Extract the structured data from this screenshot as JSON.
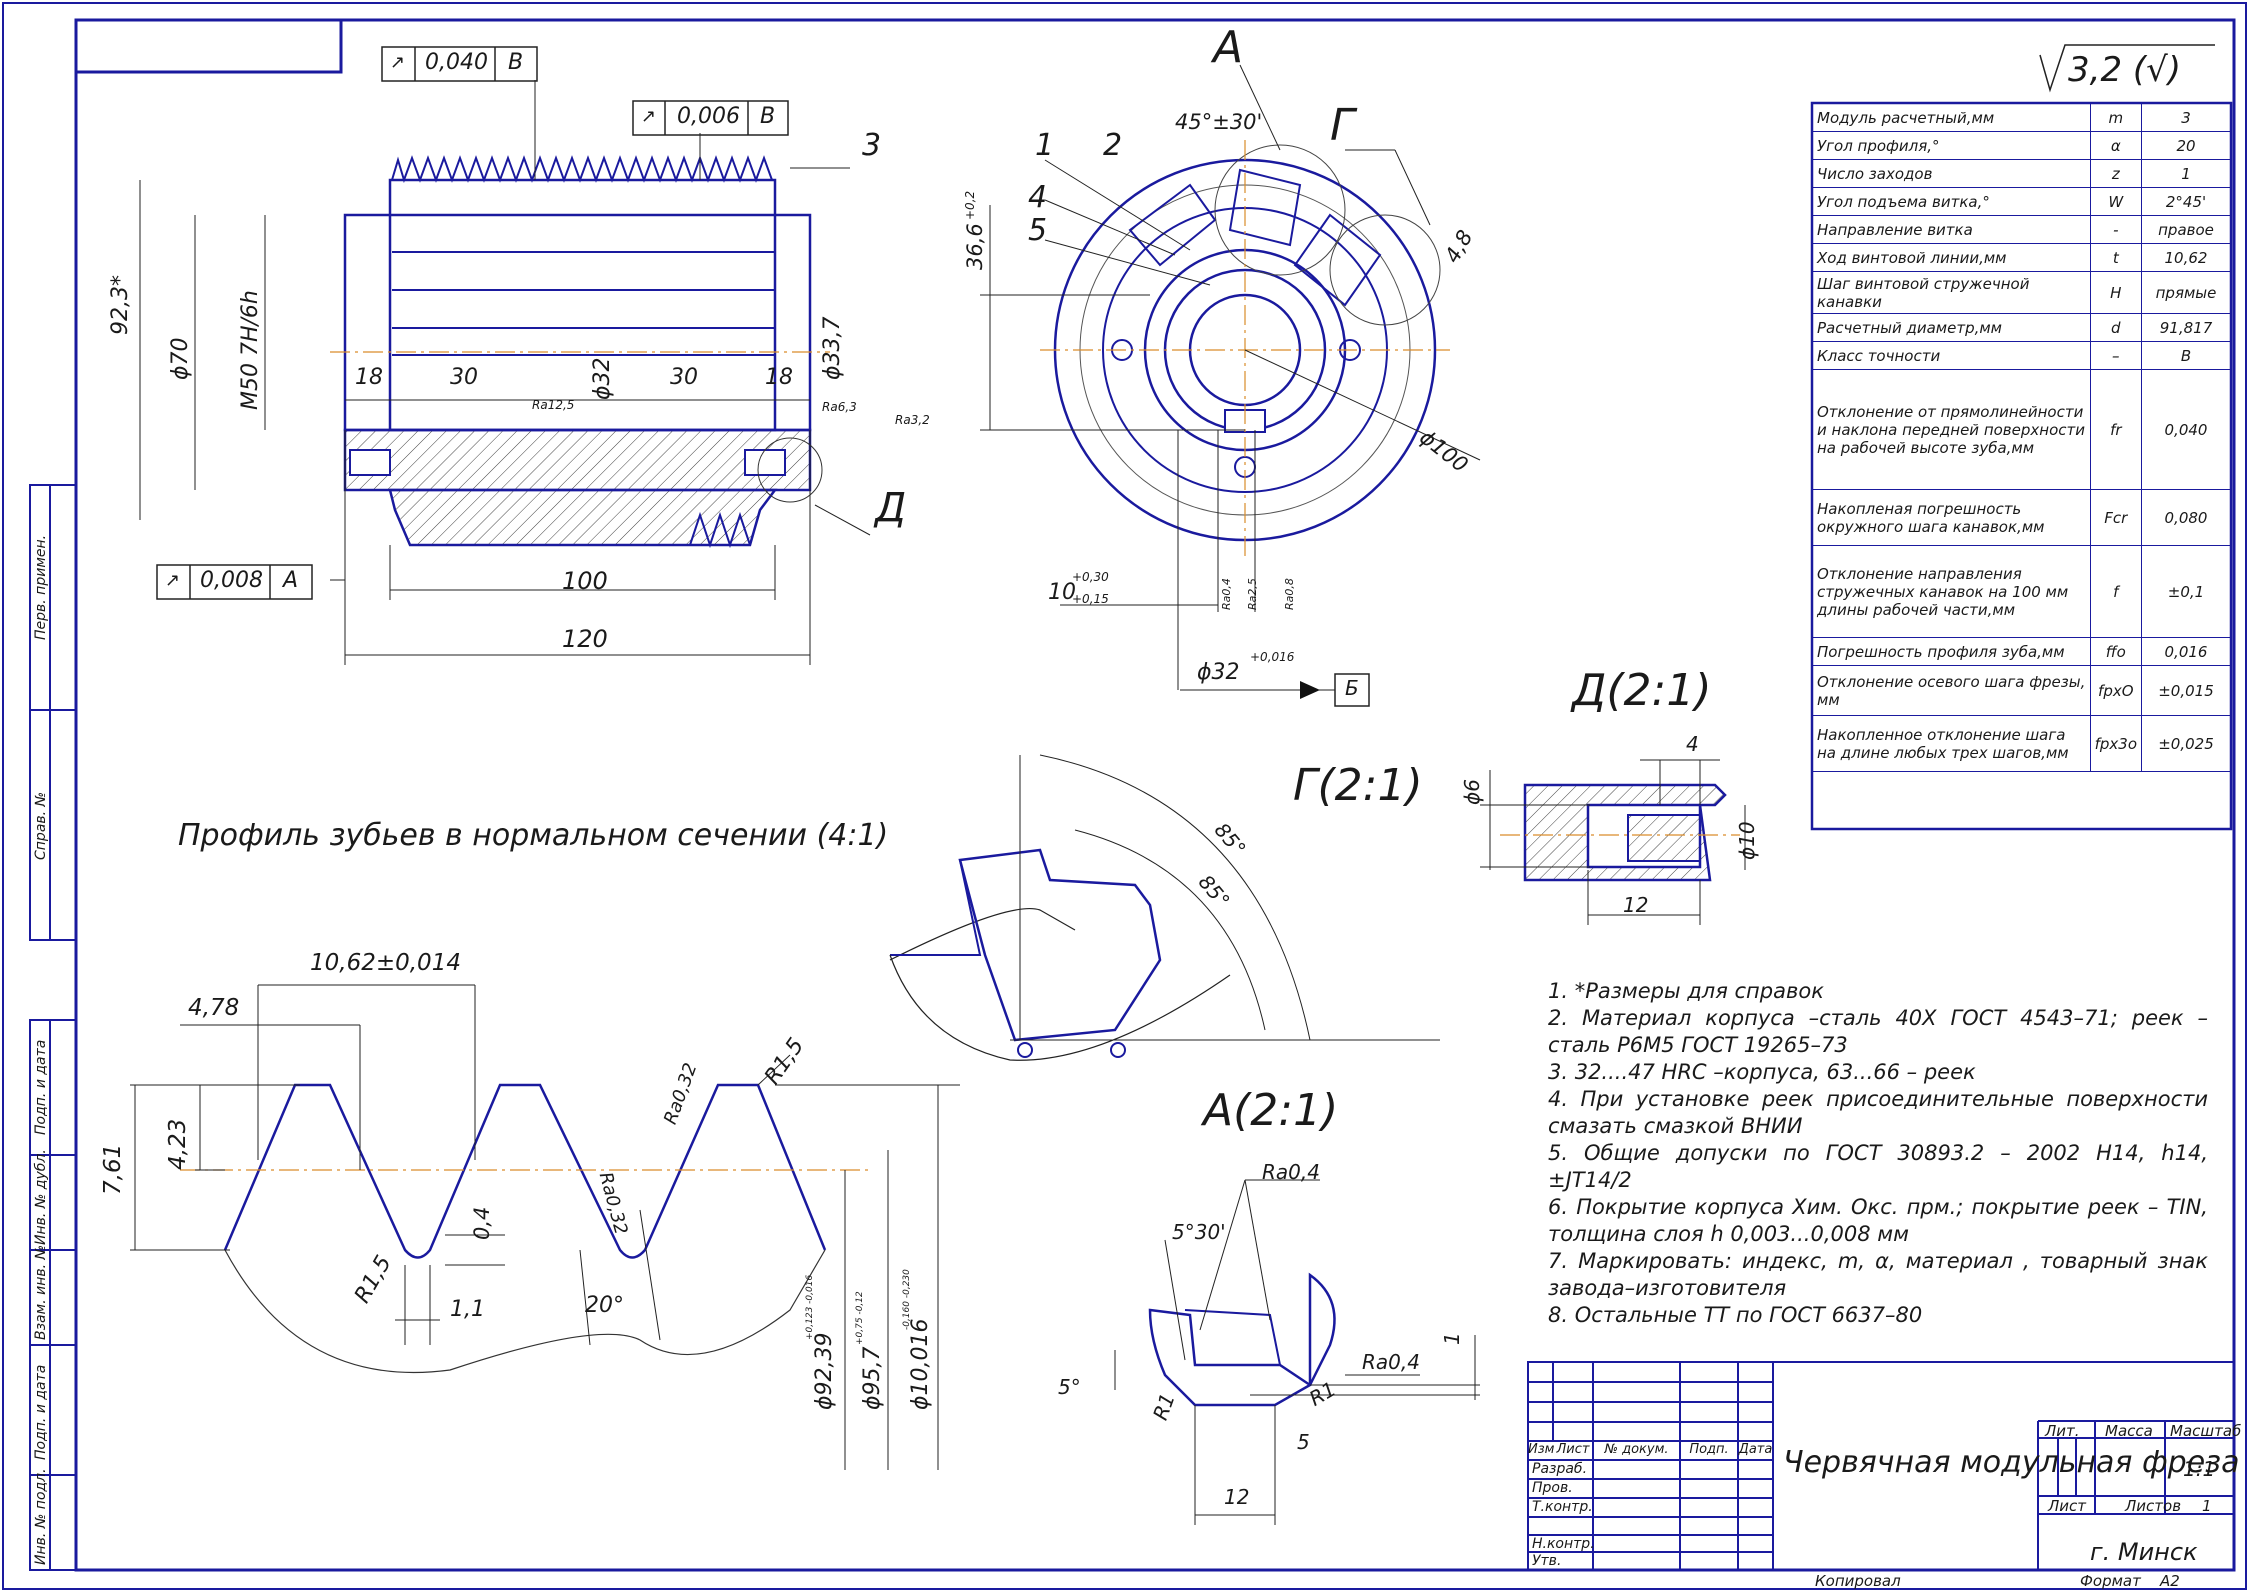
{
  "roughness_general": "3,2 (√)",
  "tolerance_frames": [
    {
      "value": "0,040",
      "datum": "В"
    },
    {
      "value": "0,006",
      "datum": "В"
    },
    {
      "value": "0,008",
      "datum": "А"
    }
  ],
  "main_view": {
    "dims": [
      "92,3*",
      "ϕ70",
      "М50 7Н/6h",
      "ϕ33,7",
      "18",
      "30",
      "ϕ32",
      "30",
      "18",
      "100",
      "120"
    ],
    "roughness": [
      "Ra12,5",
      "Ra6,3",
      "Ra3,2"
    ],
    "callouts": [
      "3",
      "Д"
    ]
  },
  "end_view": {
    "callouts": [
      "А",
      "Г",
      "1",
      "2",
      "4",
      "5"
    ],
    "dims": [
      "45°±30'",
      "4,8",
      "36,6",
      "+0,2",
      "ϕ100",
      "10",
      "+0,30",
      "+0,15",
      "ϕ32",
      "+0,016"
    ],
    "roughness": [
      "Ra0,4",
      "Ra2,5",
      "Ra0,8"
    ],
    "datum": "Б"
  },
  "section_titles": {
    "profile": "Профиль зубьев в нормальном сечении (4:1)",
    "detail_g": "Г(2:1)",
    "detail_d": "Д(2:1)",
    "detail_a": "А(2:1)"
  },
  "profile_view": {
    "dims": [
      "10,62±0,014",
      "4,78",
      "4,23",
      "7,61",
      "0,4",
      "R1,5",
      "1,1",
      "20°",
      "R1,5"
    ],
    "roughness": [
      "Ra0,32",
      "Ra0,32"
    ],
    "diameters": [
      {
        "main": "ϕ92,39",
        "tol": "+0,123 -0,016"
      },
      {
        "main": "ϕ95,7",
        "tol": "+0,75 -0,12"
      },
      {
        "main": "ϕ10,016",
        "tol": "-0,160 -0,230"
      }
    ]
  },
  "detail_g_dims": [
    "85°",
    "85°"
  ],
  "detail_d_dims": [
    "4",
    "ϕ6",
    "ϕ10",
    "12"
  ],
  "detail_a_dims": [
    "5°30'",
    "Ra0,4",
    "5°",
    "R1",
    "R1",
    "5",
    "12",
    "Ra0,4",
    "1"
  ],
  "parameters": [
    {
      "name": "Модуль расчетный,мм",
      "sym": "m",
      "val": "3"
    },
    {
      "name": "Угол профиля,°",
      "sym": "α",
      "val": "20"
    },
    {
      "name": "Число заходов",
      "sym": "z",
      "val": "1"
    },
    {
      "name": "Угол подъема витка,°",
      "sym": "W",
      "val": "2°45'"
    },
    {
      "name": "Направление витка",
      "sym": "-",
      "val": "правое"
    },
    {
      "name": "Ход винтовой линии,мм",
      "sym": "t",
      "val": "10,62"
    },
    {
      "name": "Шаг винтовой стружечной канавки",
      "sym": "H",
      "val": "прямые"
    },
    {
      "name": "Расчетный диаметр,мм",
      "sym": "d",
      "val": "91,817"
    },
    {
      "name": "Класс точности",
      "sym": "–",
      "val": "В"
    },
    {
      "name": "Отклонение от прямолинейности и наклона передней поверхности на рабочей высоте зуба,мм",
      "sym": "fr",
      "val": "0,040"
    },
    {
      "name": "Накопленая погрешность окружного шага канавок,мм",
      "sym": "Fcr",
      "val": "0,080"
    },
    {
      "name": "Отклонение направления стружечных канавок на 100 мм длины рабочей части,мм",
      "sym": "f",
      "val": "±0,1"
    },
    {
      "name": "Погрешность профиля зуба,мм",
      "sym": "ffo",
      "val": "0,016"
    },
    {
      "name": "Отклонение осевого шага фрезы, мм",
      "sym": "fpxO",
      "val": "±0,015"
    },
    {
      "name": "Накопленное отклонение шага на длине любых трех шагов,мм",
      "sym": "fpx3o",
      "val": "±0,025"
    }
  ],
  "notes": [
    "1. *Размеры для справок",
    "2. Материал корпуса –сталь 40Х ГОСТ 4543–71; реек – сталь Р6М5 ГОСТ 19265–73",
    "3. 32....47 HRC –корпуса, 63...66 – реек",
    "4. При установке реек присоединительные поверхности смазать смазкой ВНИИ",
    "5. Общие допуски по ГОСТ 30893.2 – 2002 Н14, h14, ±JT14/2",
    "6. Покрытие корпуса Хим. Окс. прм.; покрытие реек – TIN, толщина слоя h 0,003...0,008 мм",
    "7. Маркировать: индекс, m, α, материал , товарный знак завода–изготовителя",
    "8. Остальные ТТ по ГОСТ 6637–80"
  ],
  "title_block": {
    "name": "Червячная модульная фреза",
    "city": "г. Минск",
    "headers": {
      "izm": "Изм",
      "list": "Лист",
      "doc": "№ докум.",
      "sign": "Подп.",
      "date": "Дата"
    },
    "roles": [
      "Разраб.",
      "Пров.",
      "Т.контр.",
      "Н.контр.",
      "Утв."
    ],
    "lit": "Лит.",
    "mass": "Масса",
    "scale_label": "Масштаб",
    "scale": "1:1",
    "sheet_label": "Лист",
    "sheets_label": "Листов",
    "sheets": "1",
    "copied": "Копировал",
    "format_label": "Формат",
    "format": "А2"
  },
  "side_stamps": [
    "Перв. примен.",
    "Справ. №",
    "Подп. и дата",
    "Инв. № дубл.",
    "Взам. инв. №",
    "Подп. и дата",
    "Инв. № подл."
  ]
}
